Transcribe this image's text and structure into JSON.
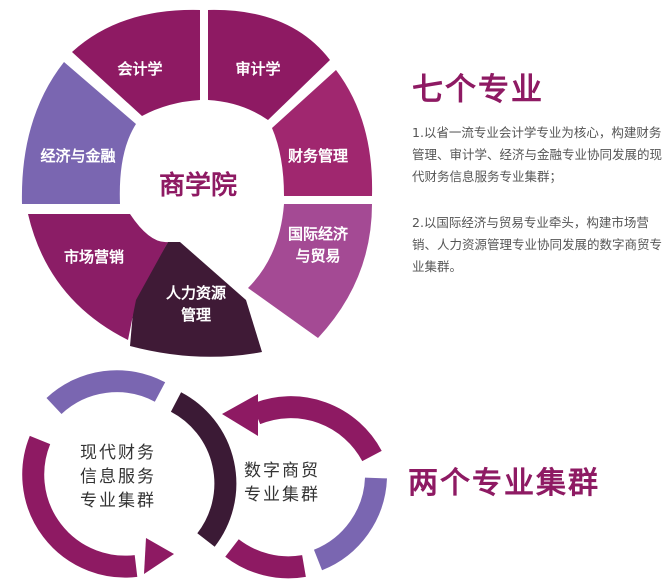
{
  "center": {
    "label": "商学院"
  },
  "segments": [
    {
      "label": "会计学",
      "color": "#8e1a63"
    },
    {
      "label": "审计学",
      "color": "#8e1a63"
    },
    {
      "label": "财务管理",
      "color": "#a0276f"
    },
    {
      "label": "国际经济与贸易",
      "color": "#a44a94"
    },
    {
      "label": "人力资源管理",
      "color": "#3f1a36"
    },
    {
      "label": "市场营销",
      "color": "#8b1d66"
    },
    {
      "label": "经济与金融",
      "color": "#7a66b1"
    }
  ],
  "majors_section": {
    "title": "七个专业",
    "point1": "1.以省一流专业会计学专业为核心，构建财务管理、审计学、经济与金融专业协同发展的现代财务信息服务专业集群；",
    "point2": "2.以国际经济与贸易专业牵头，构建市场营销、人力资源管理专业协同发展的数字商贸专业集群。"
  },
  "clusters_section": {
    "title": "两个专业集群",
    "left_cluster": [
      "现代财务",
      "信息服务",
      "专业集群"
    ],
    "right_cluster": [
      "数字商贸",
      "专业集群"
    ]
  },
  "colors": {
    "purple": "#8e1a63",
    "dark": "#3b1a35",
    "lavender": "#7a66b1",
    "text_gray": "#555555"
  }
}
